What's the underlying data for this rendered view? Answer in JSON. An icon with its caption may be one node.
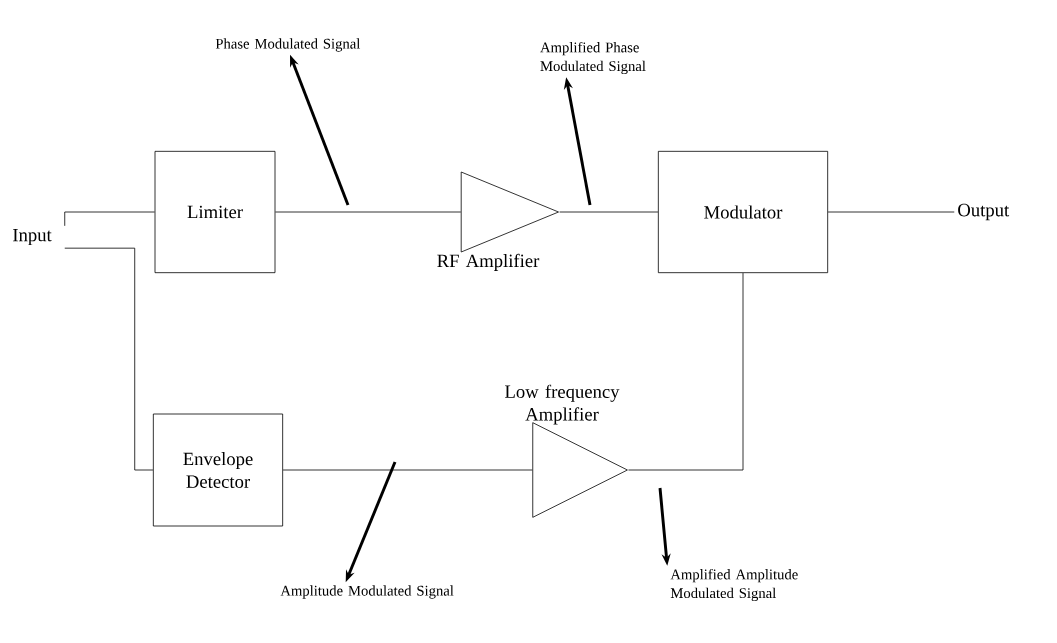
{
  "diagram": {
    "nodes": [
      {
        "text": [
          "Input"
        ]
      },
      {
        "text": [
          "Limiter"
        ]
      },
      {
        "text": [
          "RF Amplifier"
        ]
      },
      {
        "text": [
          "Modulator"
        ]
      },
      {
        "text": [
          "Output"
        ]
      },
      {
        "text": [
          "Envelope Detector"
        ]
      },
      {
        "text": [
          "Low frequency Amplifier"
        ]
      },
      {
        "text": [
          "Phase Modulated Signal"
        ]
      },
      {
        "text": [
          "Amplified Phase Modulated Signal"
        ]
      },
      {
        "text": [
          "Amplitude Modulated Signal"
        ]
      },
      {
        "text": [
          "Amplified Amplitude Modulated Signal"
        ]
      }
    ],
    "edges": [
      {
        "from": 0,
        "to": 1,
        "arrow": "none"
      },
      {
        "from": 0,
        "to": 5,
        "arrow": "none"
      },
      {
        "from": 1,
        "to": 2,
        "arrow": "none"
      },
      {
        "from": 2,
        "to": 3,
        "arrow": "none"
      },
      {
        "from": 3,
        "to": 4,
        "arrow": "none"
      },
      {
        "from": 5,
        "to": 6,
        "arrow": "none"
      },
      {
        "from": 6,
        "to": 3,
        "arrow": "none"
      },
      {
        "from": null,
        "to": 7,
        "arrow": "to",
        "style": "thick"
      },
      {
        "from": null,
        "to": 8,
        "arrow": "to",
        "style": "thick"
      },
      {
        "from": null,
        "to": 9,
        "arrow": "to",
        "style": "thick"
      },
      {
        "from": null,
        "to": 10,
        "arrow": "to",
        "style": "thick"
      }
    ]
  }
}
